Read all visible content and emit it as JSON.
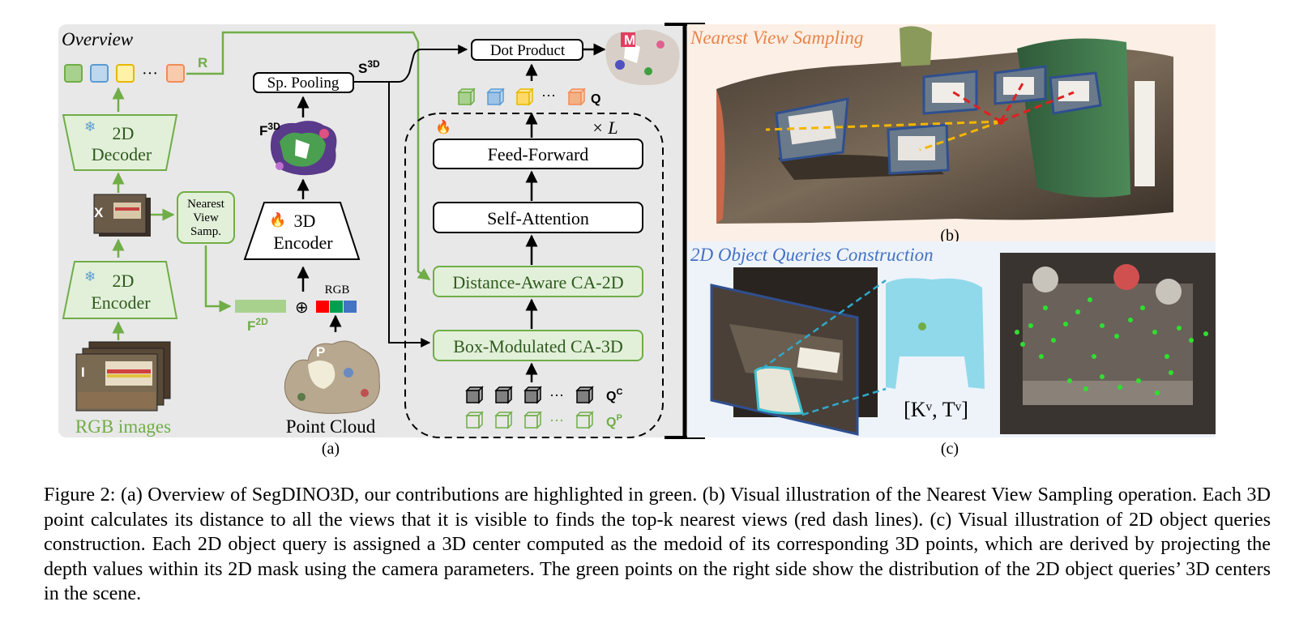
{
  "figure": {
    "panel_a": {
      "title": "Overview",
      "label": "(a)",
      "r_label": "R",
      "ellipsis": "···",
      "decoder": [
        "2D",
        "Decoder"
      ],
      "encoder_2d": [
        "2D",
        "Encoder"
      ],
      "x_label": "X",
      "i_label": "I",
      "rgb_images": "RGB images",
      "nvs": [
        "Nearest",
        "View",
        "Samp."
      ],
      "sp_pooling": "Sp. Pooling",
      "s3d": "S",
      "s3d_sup": "3D",
      "f3d": "F",
      "f3d_sup": "3D",
      "encoder_3d": [
        "3D",
        "Encoder"
      ],
      "rgb": "RGB",
      "oplus": "⊕",
      "f2d": "F",
      "f2d_sup": "2D",
      "p_label": "P",
      "point_cloud": "Point Cloud",
      "dot_product": "Dot Product",
      "m_label": "M",
      "q_label": "Q",
      "times_l": "× L",
      "feed_forward": "Feed-Forward",
      "self_attention": "Self-Attention",
      "distance_aware": "Distance-Aware CA-2D",
      "box_modulated": "Box-Modulated CA-3D",
      "qc": "Q",
      "qc_sup": "C",
      "qp": "Q",
      "qp_sup": "P",
      "colors": {
        "green": "#70ad47",
        "green_fill": "#e2f0d9",
        "panel_bg": "#e8e8e8",
        "orange": "#f08c5a",
        "blue": "#5b9bd5",
        "yellow": "#ffd966"
      }
    },
    "panel_b": {
      "title": "Nearest View Sampling",
      "label": "(b)",
      "title_color": "#e8844a"
    },
    "panel_c": {
      "title": "2D Object Queries Construction",
      "label": "(c)",
      "kt": "[Kᵛ, Tᵛ]",
      "title_color": "#4472c4"
    }
  },
  "caption": "Figure 2: (a) Overview of SegDINO3D, our contributions are highlighted in green. (b) Visual illustration of the Nearest View Sampling operation. Each 3D point calculates its distance to all the views that it is visible to finds the top-k nearest views (red dash lines). (c) Visual illustration of 2D object queries construction. Each 2D object query is assigned a 3D center computed as the medoid of its corresponding 3D points, which are derived by projecting the depth values within its 2D mask using the camera parameters. The green points on the right side show the distribution of the 2D object queries’ 3D centers in the scene."
}
